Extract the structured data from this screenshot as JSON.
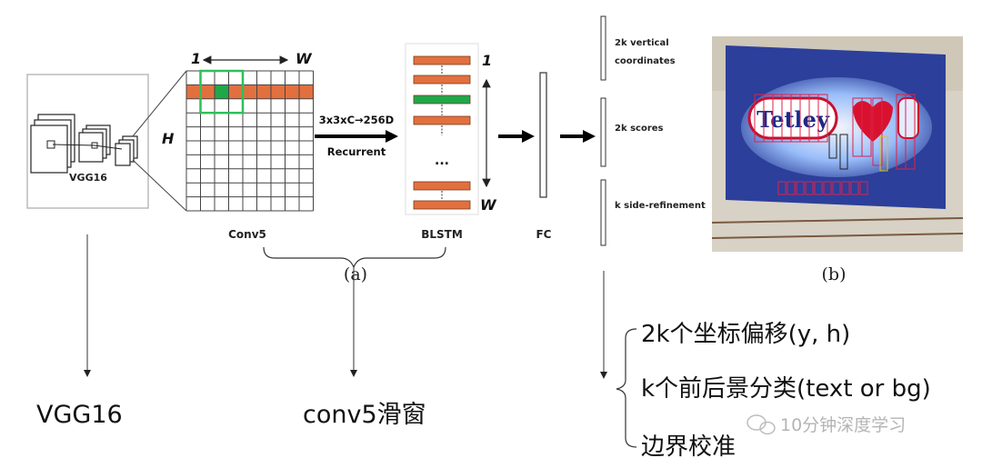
{
  "vgg": {
    "label": "VGG16"
  },
  "conv5": {
    "label": "Conv5",
    "h_label": "H",
    "one_label": "1",
    "w_label": "W"
  },
  "op": {
    "line1": "3x3xC→256D",
    "line2": "Recurrent"
  },
  "blstm": {
    "label": "BLSTM",
    "one_label": "1",
    "w_label": "W",
    "ellipsis": "..."
  },
  "fc": {
    "label": "FC"
  },
  "outputs": [
    {
      "line1": "2k vertical",
      "line2": "coordinates"
    },
    {
      "line1": "2k scores",
      "line2": ""
    },
    {
      "line1": "k side-refinement",
      "line2": ""
    }
  ],
  "captions": {
    "a": "(a)",
    "b": "(b)"
  },
  "annotations": {
    "vgg16": "VGG16",
    "conv5_window": "conv5滑窗",
    "items": [
      "2k个坐标偏移(y, h)",
      "k个前后景分类(text or bg)",
      "边界校准"
    ]
  },
  "photo": {
    "text": "Tetley"
  },
  "watermark": "10分钟深度学习",
  "colors": {
    "orange": "#e2703f",
    "green": "#1fa84a",
    "window": "#2fbf5a",
    "grid_line": "#444444",
    "billboard": "#2c3f9a"
  }
}
